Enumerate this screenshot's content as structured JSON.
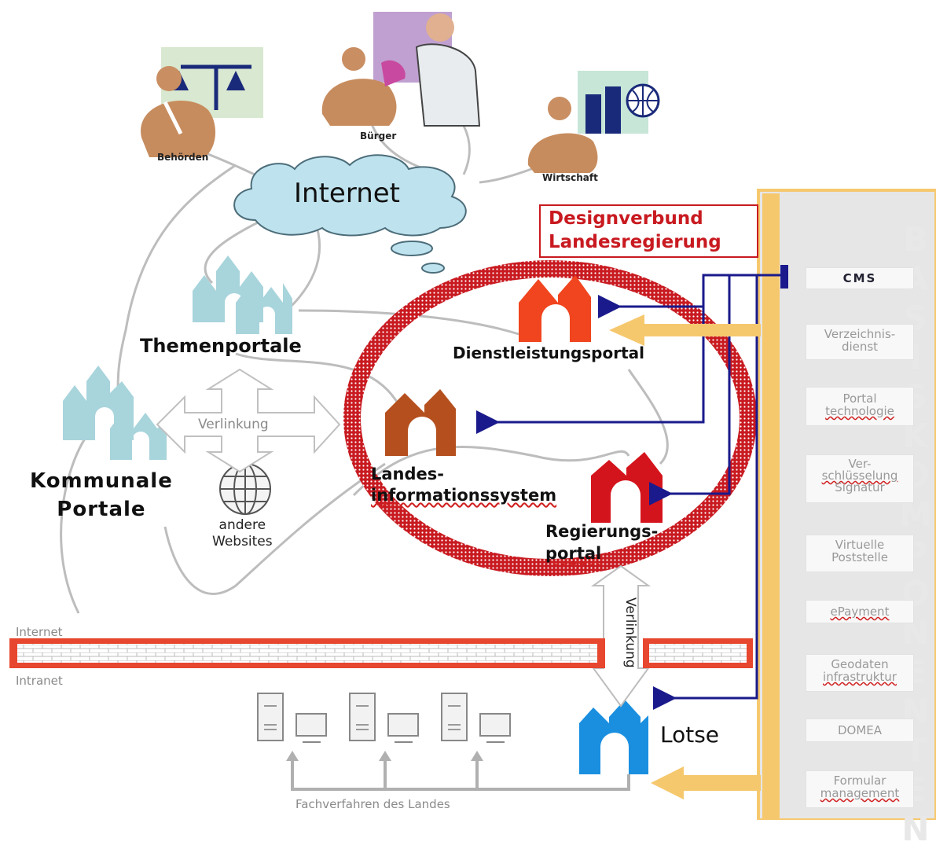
{
  "people": {
    "behoerden": "Behörden",
    "buerger": "Bürger",
    "wirtschaft": "Wirtschaft"
  },
  "internet_cloud": "Internet",
  "designverbund": {
    "line1": "Designverbund",
    "line2": "Landesregierung"
  },
  "portals": {
    "themenportale": "Themenportale",
    "dienstleistungsportal": "Dienstleistungsportal",
    "kommunale_line1": "Kommunale",
    "kommunale_line2": "Portale",
    "landes_line1": "Landes-",
    "landes_line2": "informationssystem",
    "regierungs_line1": "Regierungs-",
    "regierungs_line2": "portal",
    "lotse": "Lotse"
  },
  "verlinkung_left": "Verlinkung",
  "verlinkung_right": "Verlinkung",
  "andere_websites": {
    "line1": "andere",
    "line2": "Websites"
  },
  "zones": {
    "internet": "Internet",
    "intranet": "Intranet"
  },
  "fachverfahren": "Fachverfahren des Landes",
  "basiskomponenten": [
    "B",
    "A",
    "S",
    "I",
    "S",
    "K",
    "O",
    "M",
    "P",
    "O",
    "N",
    "E",
    "N",
    "T",
    "E",
    "N"
  ],
  "services": [
    {
      "line1": "CMS",
      "line2": ""
    },
    {
      "line1": "Verzeichnis-",
      "line2": "dienst"
    },
    {
      "line1": "Portal",
      "line2": "technologie"
    },
    {
      "line1": "Ver-",
      "line2": "schlüsselung",
      "line3": "Signatur"
    },
    {
      "line1": "Virtuelle",
      "line2": "Poststelle"
    },
    {
      "line1": "ePayment",
      "line2": ""
    },
    {
      "line1": "Geodaten",
      "line2": "infrastruktur"
    },
    {
      "line1": "DOMEA",
      "line2": ""
    },
    {
      "line1": "Formular",
      "line2": "management"
    }
  ],
  "colors": {
    "ring": "#c81a20",
    "firewall": "#e8472f",
    "blue_lines": "#1a1a8c",
    "orange_arrow": "#f6c86e",
    "cloud": "#bfe3ee",
    "castle_light": "#a8d4dc",
    "dienstleistung": "#f0451e",
    "landes": "#b5501e",
    "regierung": "#d4141c",
    "lotse": "#1a8fe0"
  }
}
